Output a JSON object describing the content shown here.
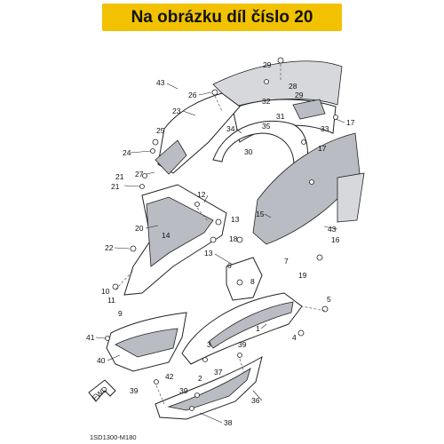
{
  "title": "Na obrázku díl číslo 20",
  "diagram_code": "1SD1300-M180",
  "fwd_label": "FWD",
  "colors": {
    "banner": "#f2c200",
    "part_fill": "#b9bcc2"
  },
  "callouts": [
    "29",
    "43",
    "26",
    "28",
    "29",
    "23",
    "32",
    "17",
    "31",
    "25",
    "34",
    "35",
    "33",
    "24",
    "30",
    "17",
    "27",
    "21",
    "21",
    "12",
    "15",
    "20",
    "14",
    "13",
    "43",
    "18",
    "16",
    "22",
    "13",
    "7",
    "6",
    "8",
    "19",
    "10",
    "11",
    "9",
    "5",
    "1",
    "4",
    "41",
    "3",
    "39",
    "40",
    "42",
    "2",
    "37",
    "39",
    "39",
    "36",
    "38"
  ]
}
